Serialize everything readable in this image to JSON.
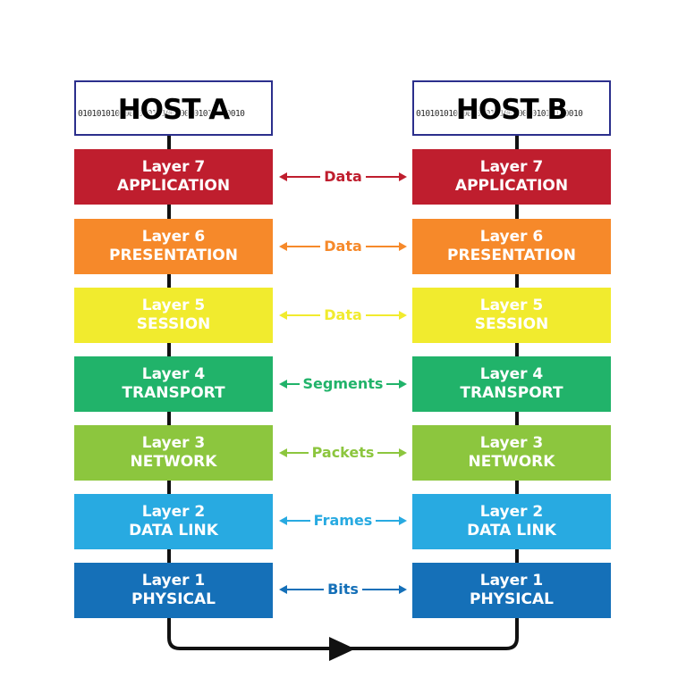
{
  "hosts": {
    "a": {
      "title": "HOST A"
    },
    "b": {
      "title": "HOST B"
    },
    "binary_lines": [
      "010101010100101010100000101010100010",
      "010101010101010101010101010101000001",
      "010101010101010101010101010101010101",
      "010101010101010101010101010101010101",
      "010100000101010101010100000101010101"
    ]
  },
  "layers": [
    {
      "number": "Layer 7",
      "name": "APPLICATION",
      "pdu": "Data",
      "color": "#bf1e2e",
      "pdu_color": "#bf1e2e"
    },
    {
      "number": "Layer 6",
      "name": "PRESENTATION",
      "pdu": "Data",
      "color": "#f6892a",
      "pdu_color": "#f6892a"
    },
    {
      "number": "Layer 5",
      "name": "SESSION",
      "pdu": "Data",
      "color": "#f1eb2e",
      "pdu_color": "#f1eb2e"
    },
    {
      "number": "Layer 4",
      "name": "TRANSPORT",
      "pdu": "Segments",
      "color": "#21b36a",
      "pdu_color": "#21b36a"
    },
    {
      "number": "Layer 3",
      "name": "NETWORK",
      "pdu": "Packets",
      "color": "#8cc63e",
      "pdu_color": "#8cc63e"
    },
    {
      "number": "Layer 2",
      "name": "DATA LINK",
      "pdu": "Frames",
      "color": "#28aae1",
      "pdu_color": "#28aae1"
    },
    {
      "number": "Layer 1",
      "name": "PHYSICAL",
      "pdu": "Bits",
      "color": "#1570b8",
      "pdu_color": "#1570b8"
    }
  ]
}
